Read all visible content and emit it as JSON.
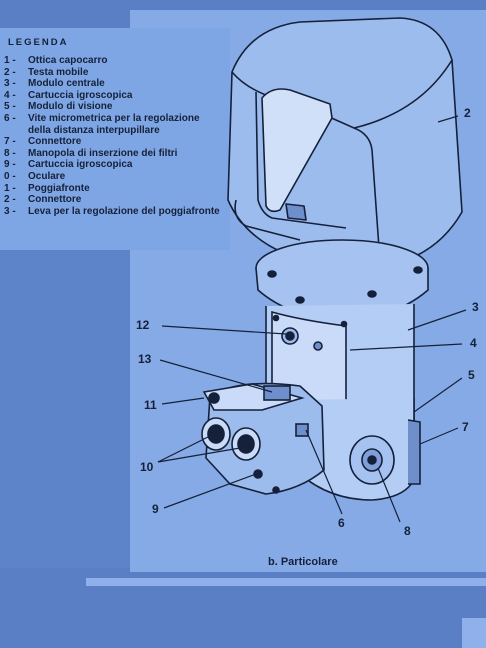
{
  "legend": {
    "title": "LEGENDA",
    "items": [
      {
        "num": "1 -",
        "text": "Ottica capocarro"
      },
      {
        "num": "2 -",
        "text": "Testa mobile"
      },
      {
        "num": "3 -",
        "text": "Modulo centrale"
      },
      {
        "num": "4 -",
        "text": "Cartuccia igroscopica"
      },
      {
        "num": "5 -",
        "text": "Modulo di visione"
      },
      {
        "num": "6 -",
        "text": "Vite micrometrica per la regolazione",
        "cont": "della distanza interpupillare"
      },
      {
        "num": "7 -",
        "text": "Connettore"
      },
      {
        "num": "8 -",
        "text": "Manopola di inserzione dei filtri"
      },
      {
        "num": "9 -",
        "text": "Cartuccia igroscopica"
      },
      {
        "num": "0 -",
        "text": "Oculare"
      },
      {
        "num": "1 -",
        "text": "Poggiafronte"
      },
      {
        "num": "2 -",
        "text": "Connettore"
      },
      {
        "num": "3 -",
        "text": "Leva per la regolazione del poggiafronte"
      }
    ]
  },
  "callouts": {
    "c2": "2",
    "c3": "3",
    "c4": "4",
    "c5": "5",
    "c7": "7",
    "c8": "8",
    "c6": "6",
    "c9": "9",
    "c10": "10",
    "c11": "11",
    "c12": "12",
    "c13": "13"
  },
  "caption": "b. Particolare",
  "colors": {
    "background": "#5a7fc4",
    "panel": "#86aae6",
    "ink": "#15213a"
  }
}
